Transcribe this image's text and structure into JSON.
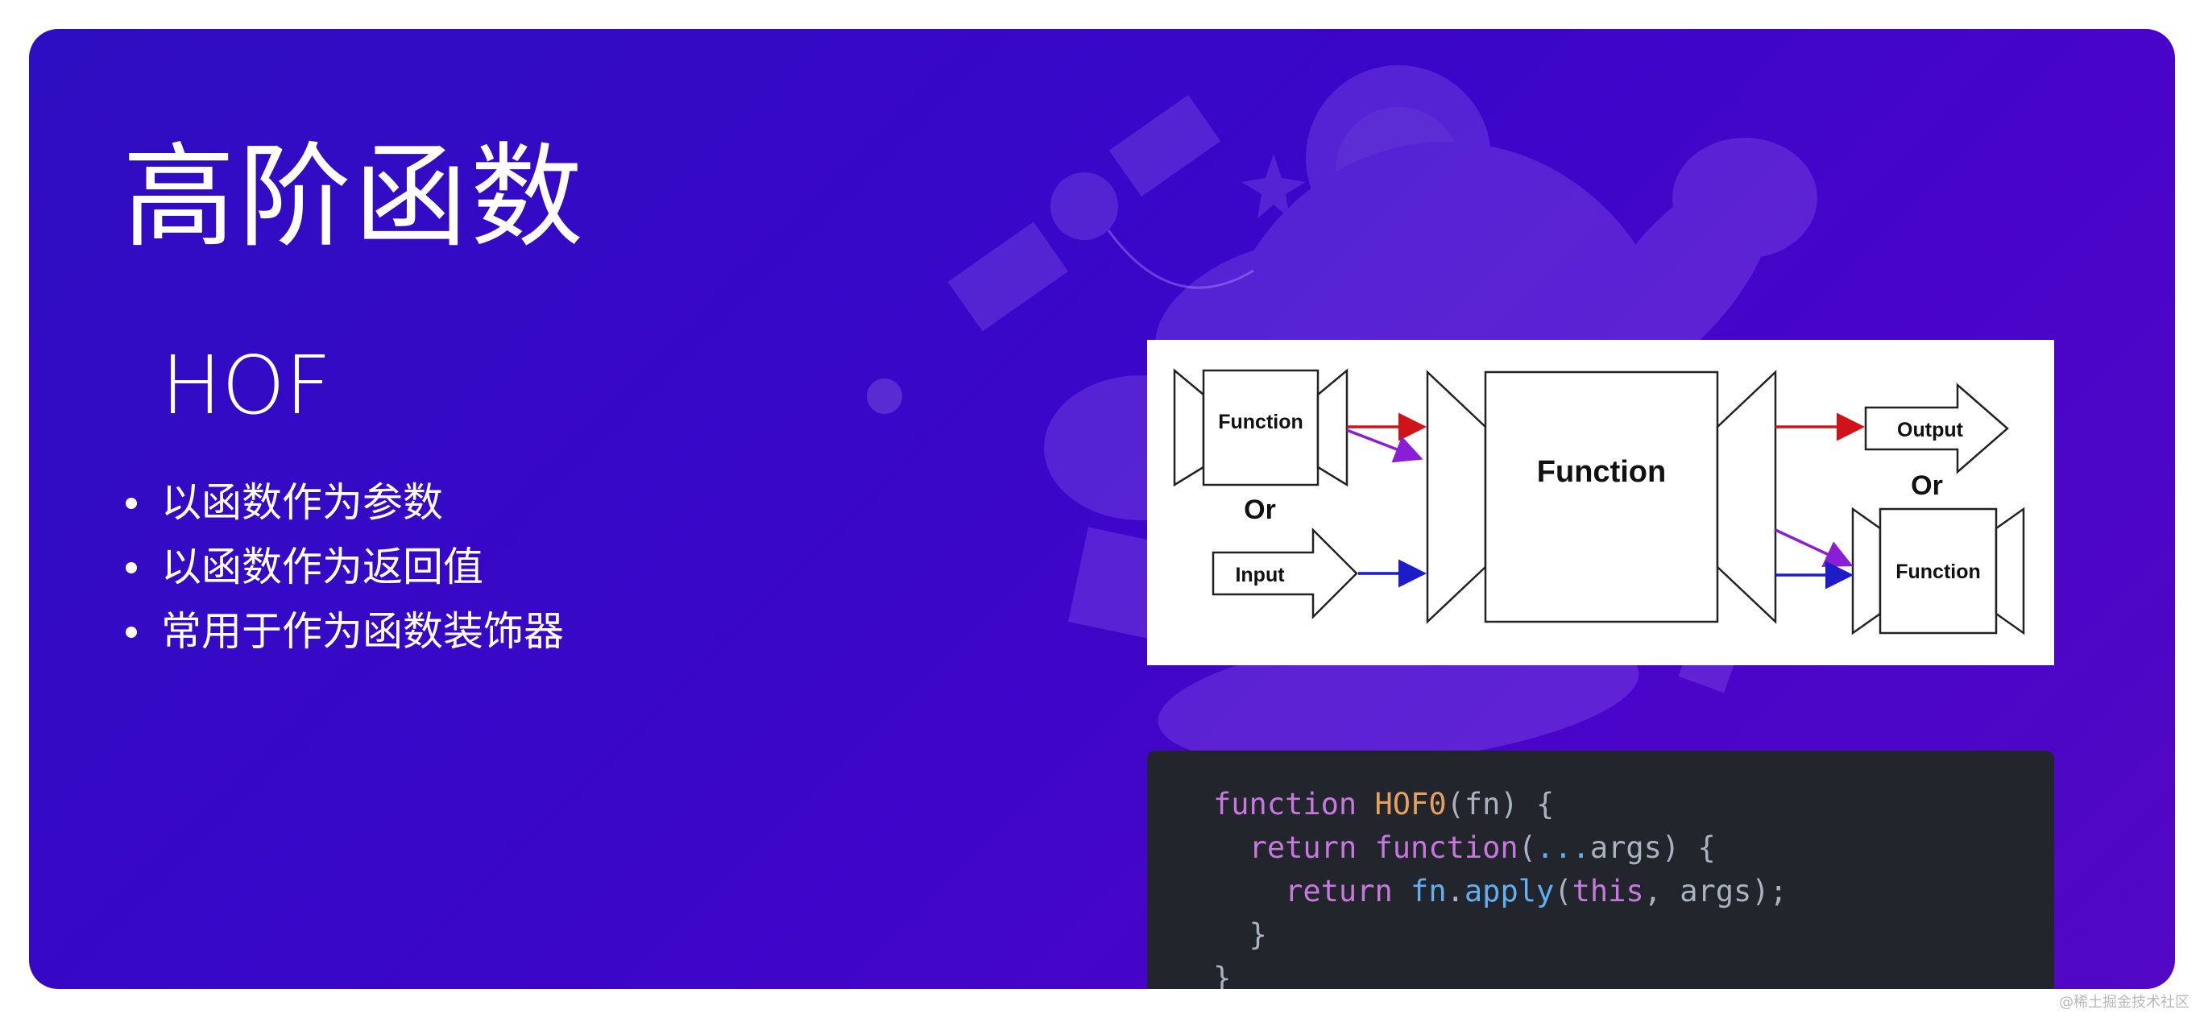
{
  "slide": {
    "title": "高阶函数",
    "subtitle": "HOF",
    "bullets": [
      "以函数作为参数",
      "以函数作为返回值",
      "常用于作为函数装饰器"
    ]
  },
  "diagram": {
    "left_function_label": "Function",
    "or_left": "Or",
    "input_label": "Input",
    "center_function_label": "Function",
    "output_label": "Output",
    "or_right": "Or",
    "right_function_label": "Function"
  },
  "code": {
    "line1": {
      "kw": "function",
      "name": "HOF0",
      "rest": "(fn) {"
    },
    "line2": {
      "indent": "  ",
      "kw1": "return",
      "kw2": "function",
      "p1": "(",
      "spread": "...",
      "rest": "args) {"
    },
    "line3": {
      "indent": "    ",
      "kw": "return",
      "obj": "fn",
      "dot": ".",
      "method": "apply",
      "p1": "(",
      "this": "this",
      "rest": ", args);"
    },
    "line4": "  }",
    "line5": "}"
  },
  "watermark": "@稀土掘金技术社区",
  "colors": {
    "background_start": "#2e0ec2",
    "background_end": "#5208c4",
    "code_background": "#23252d",
    "keyword": "#c678dd",
    "function_name": "#e5a05b",
    "method": "#61afef"
  }
}
